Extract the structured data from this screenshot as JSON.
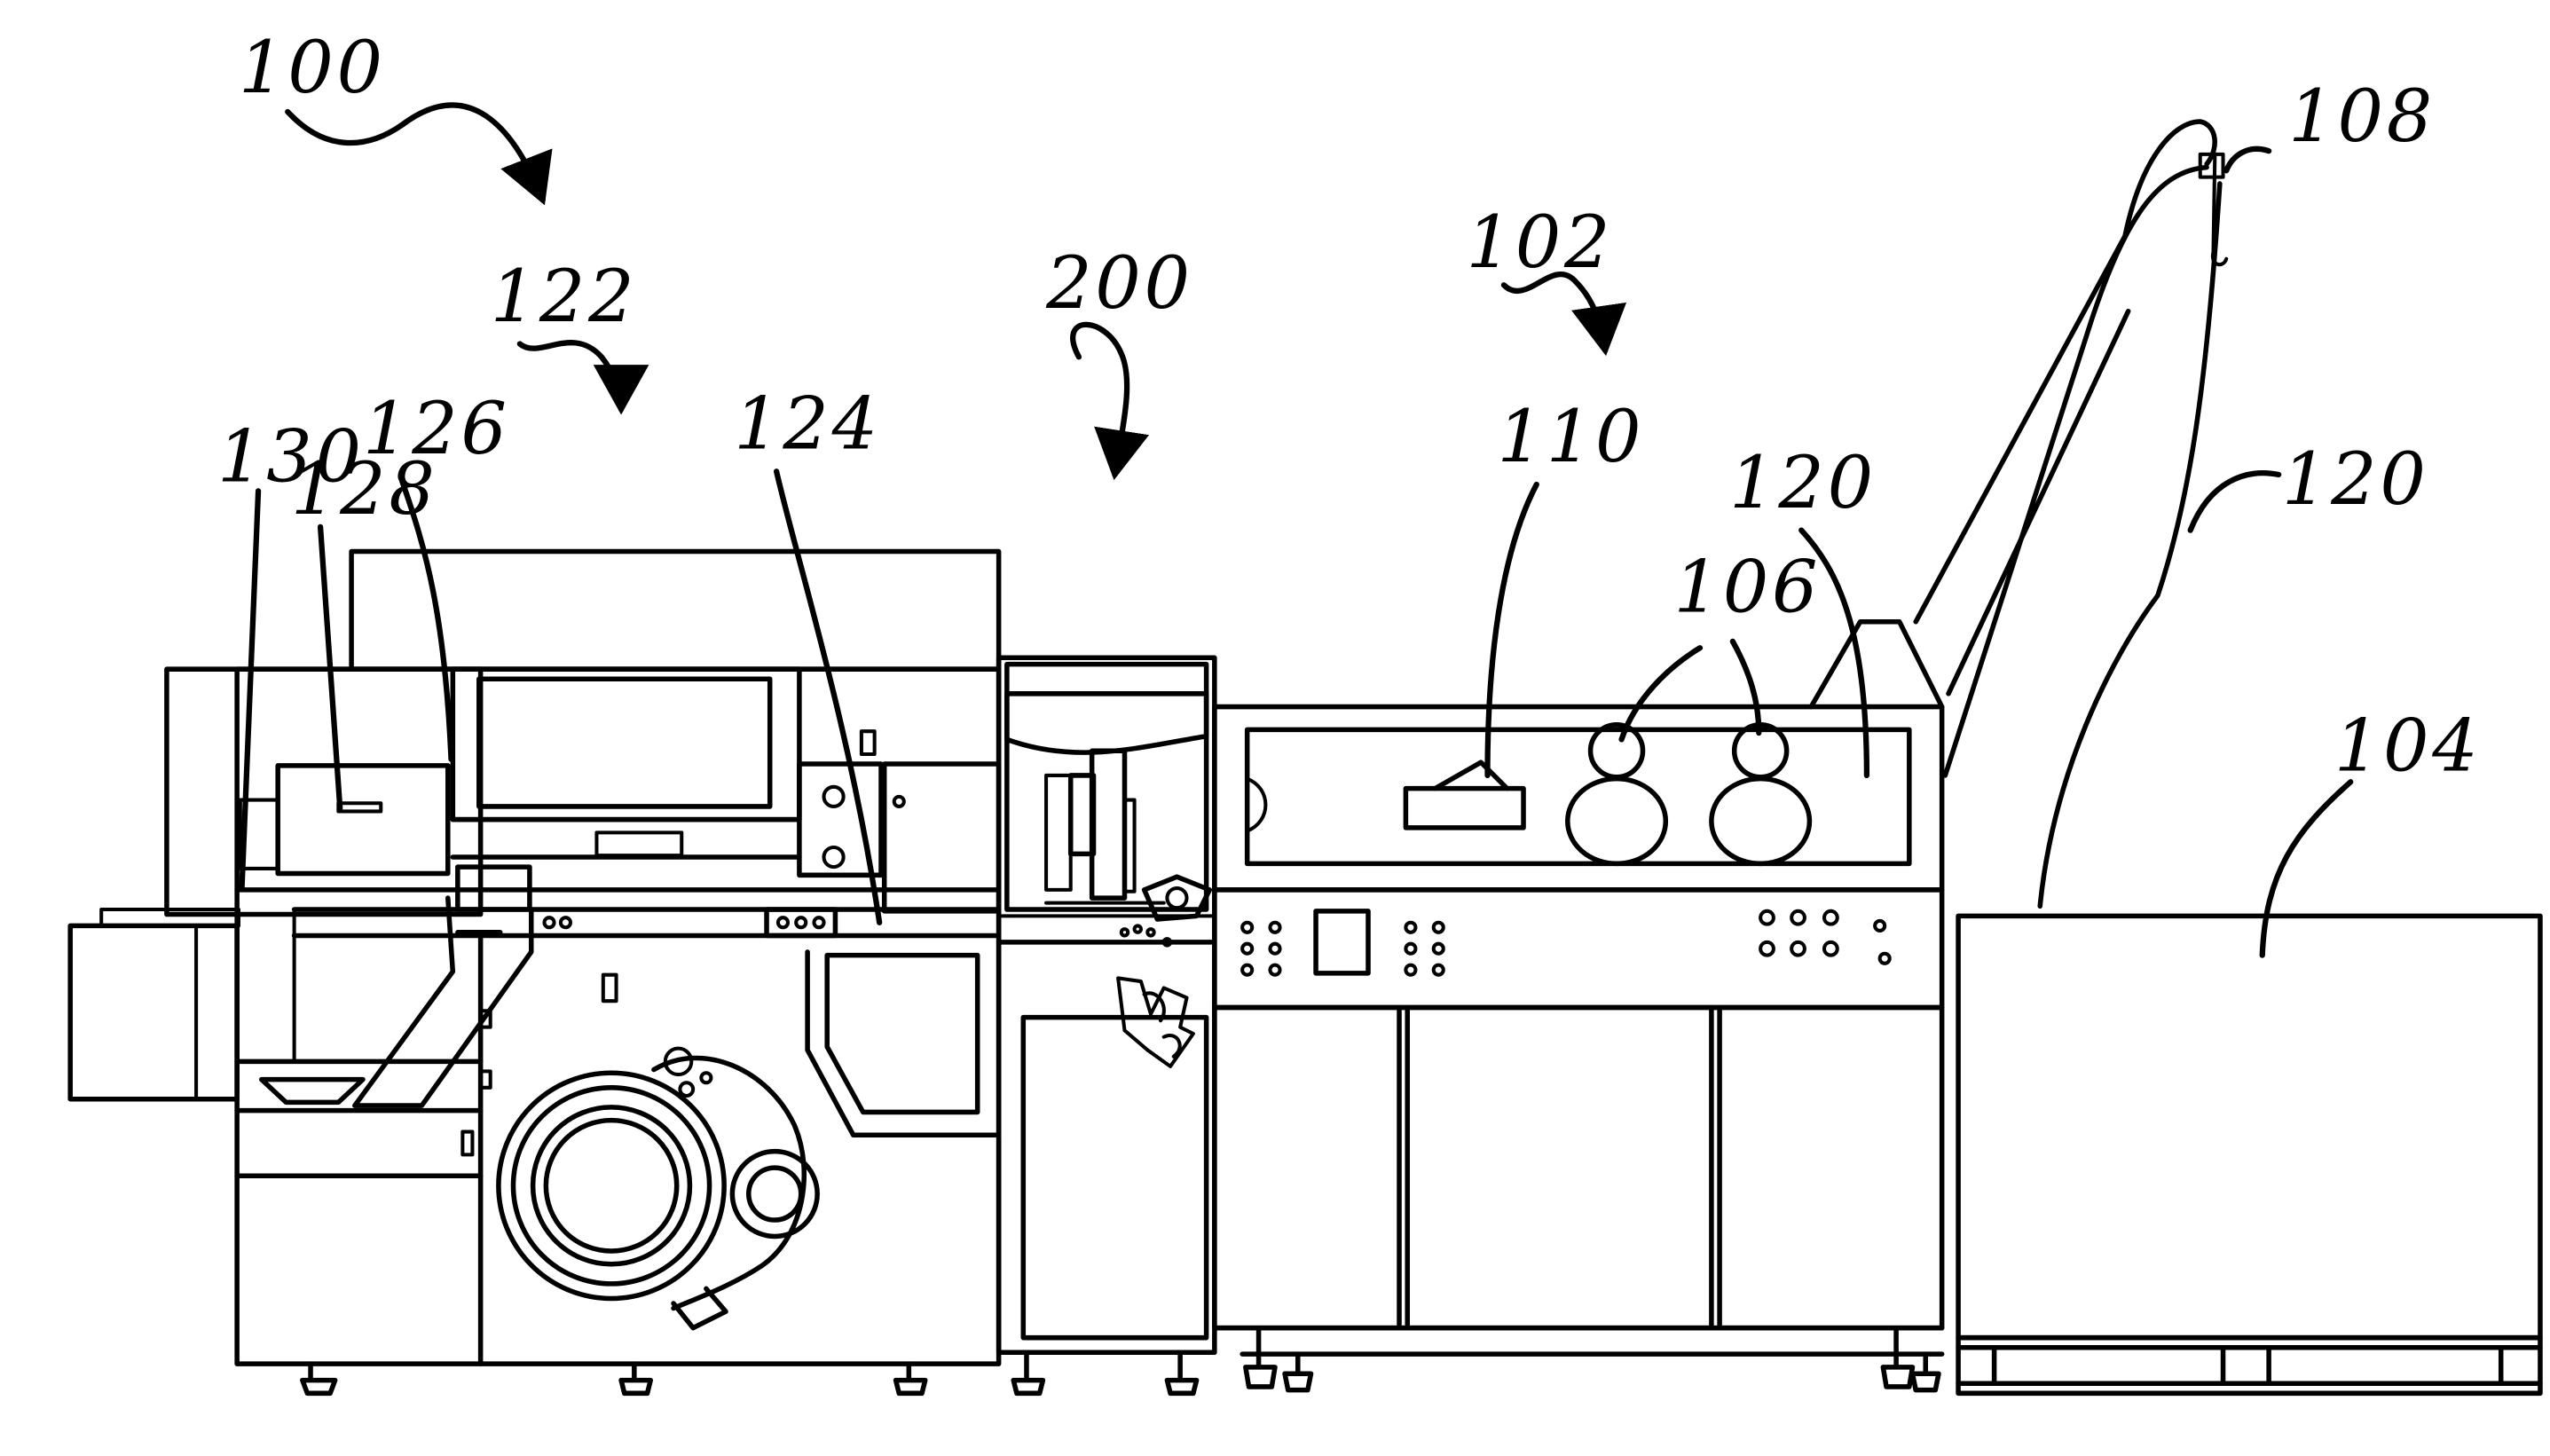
{
  "labels": {
    "l100": "100",
    "l102": "102",
    "l104": "104",
    "l106": "106",
    "l108": "108",
    "l110": "110",
    "l120a": "120",
    "l120b": "120",
    "l122": "122",
    "l124": "124",
    "l126": "126",
    "l128": "128",
    "l130": "130",
    "l200": "200"
  }
}
